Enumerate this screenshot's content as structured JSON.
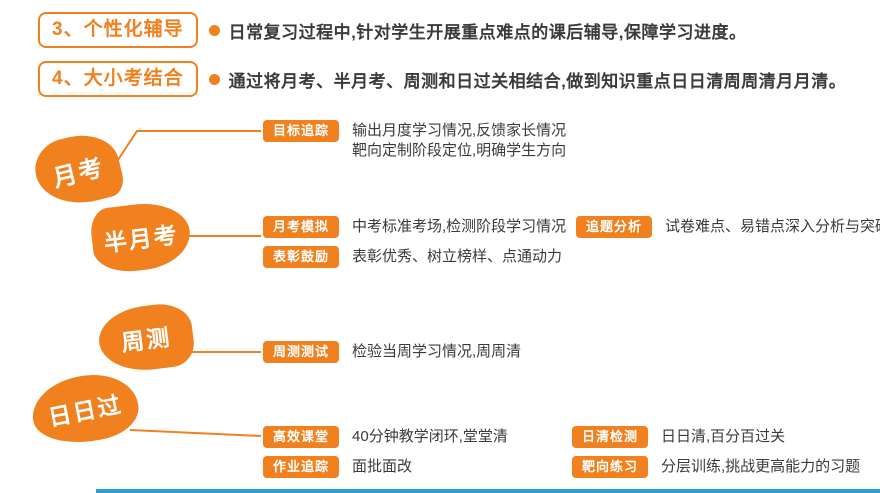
{
  "colors": {
    "accent_orange": "#F0811E",
    "bottom_line_blue": "#2E9FCB",
    "body_text": "#3B3B3B"
  },
  "headers": [
    {
      "title": "3、个性化辅导",
      "desc": "日常复习过程中,针对学生开展重点难点的课后辅导,保障学习进度。"
    },
    {
      "title": "4、大小考结合",
      "desc": "通过将月考、半月考、周测和日过关相结合,做到知识重点日日清周周清月月清。"
    }
  ],
  "nodes": {
    "monthly": "月考",
    "half_monthly": "半月考",
    "weekly": "周测",
    "daily": "日日过"
  },
  "items": {
    "goal_tracking": {
      "tag": "目标追踪",
      "line1": "输出月度学习情况,反馈家长情况",
      "line2": "靶向定制阶段定位,明确学生方向"
    },
    "monthly_mock": {
      "tag": "月考模拟",
      "text": "中考标准考场,检测阶段学习情况"
    },
    "question_analysis": {
      "tag": "追题分析",
      "text": "试卷难点、易错点深入分析与突破"
    },
    "praise_encourage": {
      "tag": "表彰鼓励",
      "text": "表彰优秀、树立榜样、点通动力"
    },
    "weekly_test": {
      "tag": "周测测试",
      "text": "检验当周学习情况,周周清"
    },
    "efficient_class": {
      "tag": "高效课堂",
      "text": "40分钟教学闭环,堂堂清"
    },
    "daily_check": {
      "tag": "日清检测",
      "text": "日日清,百分百过关"
    },
    "homework_tracking": {
      "tag": "作业追踪",
      "text": "面批面改"
    },
    "targeted_practice": {
      "tag": "靶向练习",
      "text": "分层训练,挑战更高能力的习题"
    }
  }
}
